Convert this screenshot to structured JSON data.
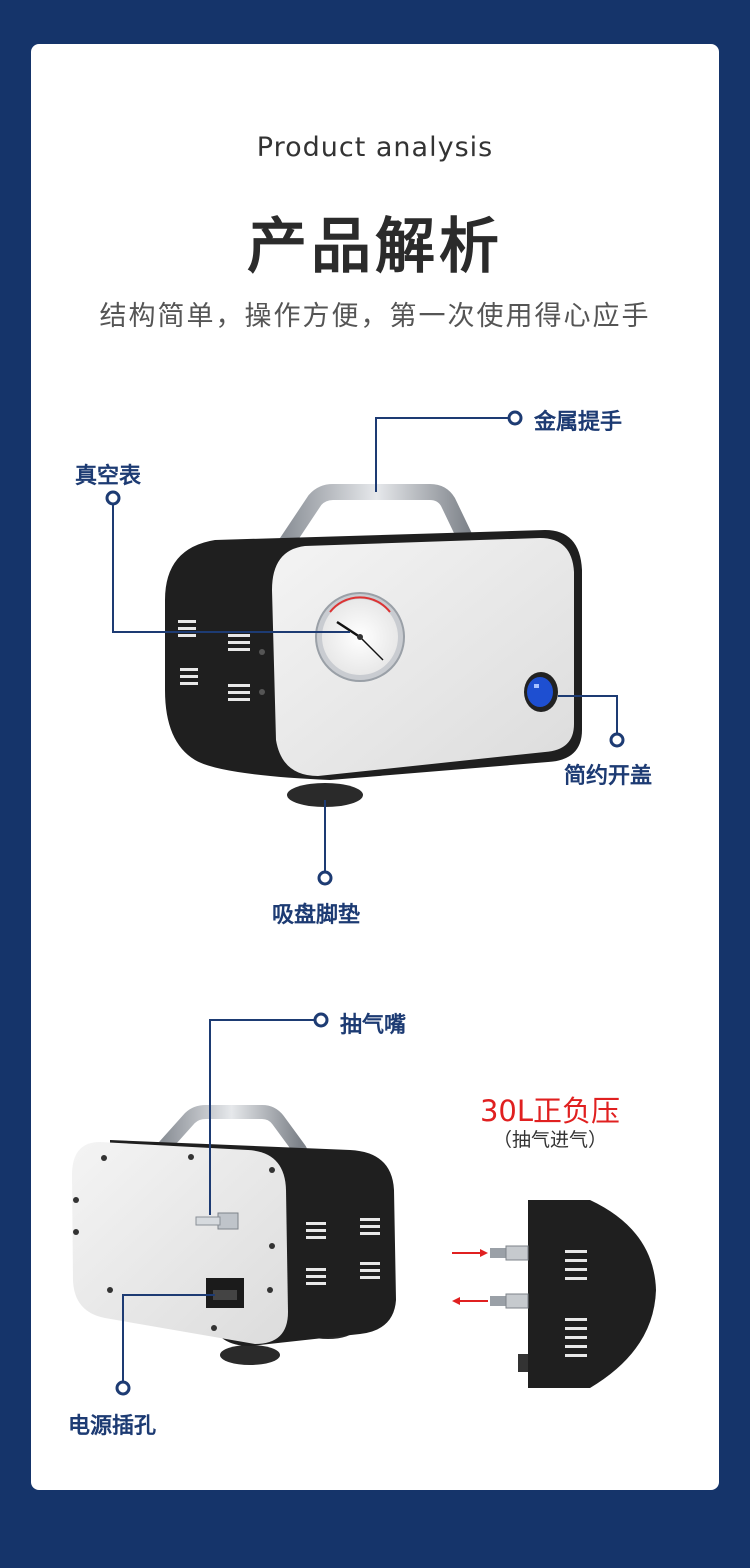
{
  "header": {
    "en_title": "Product analysis",
    "cn_title": "产品解析",
    "subtitle": "结构简单，操作方便，第一次使用得心应手"
  },
  "callouts": {
    "handle": "金属提手",
    "gauge": "真空表",
    "switch": "简约开盖",
    "feet": "吸盘脚垫",
    "nozzle": "抽气嘴",
    "power": "电源插孔"
  },
  "feature": {
    "title": "30L正负压",
    "subtitle": "（抽气进气）"
  },
  "colors": {
    "page_bg": "#15346a",
    "card_bg": "#ffffff",
    "label": "#1d3b73",
    "accent_red": "#e02020"
  }
}
